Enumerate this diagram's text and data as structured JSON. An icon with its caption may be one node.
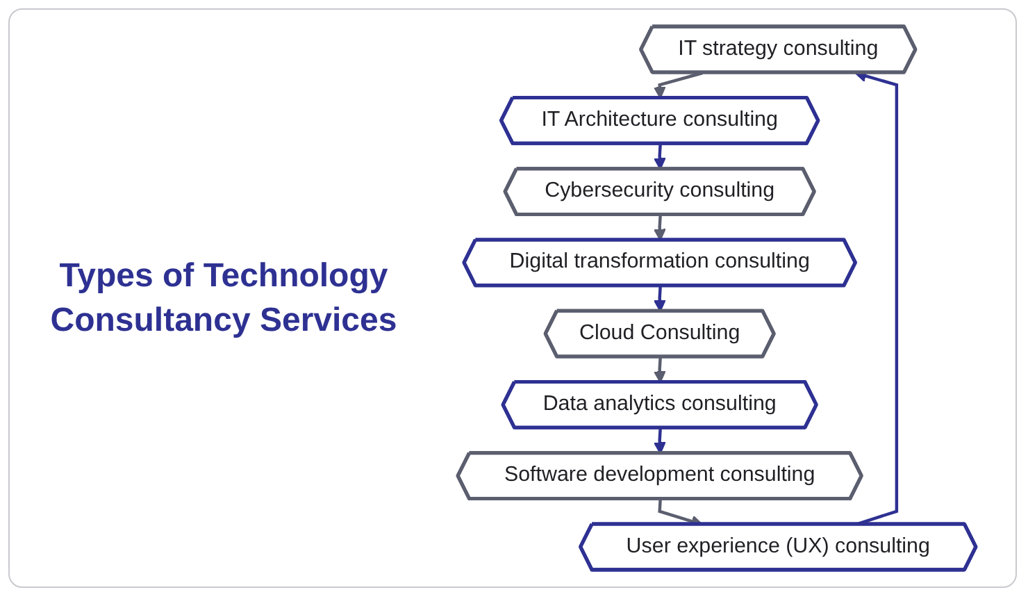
{
  "diagram": {
    "title": "Types of Technology Consultancy Services",
    "nodes": [
      {
        "text": [
          "IT strategy consulting"
        ]
      },
      {
        "text": [
          "IT Architecture consulting"
        ]
      },
      {
        "text": [
          "Cybersecurity consulting"
        ]
      },
      {
        "text": [
          "Digital transformation consulting"
        ]
      },
      {
        "text": [
          "Cloud Consulting"
        ]
      },
      {
        "text": [
          "Data analytics consulting"
        ]
      },
      {
        "text": [
          "Software development consulting"
        ]
      },
      {
        "text": [
          "User experience (UX) consulting"
        ]
      }
    ],
    "edges": [
      {
        "from": 0,
        "to": 1,
        "arrow": "to",
        "color": "#5b5e6e"
      },
      {
        "from": 1,
        "to": 2,
        "arrow": "to",
        "color": "#2e3192"
      },
      {
        "from": 2,
        "to": 3,
        "arrow": "to",
        "color": "#5b5e6e"
      },
      {
        "from": 3,
        "to": 4,
        "arrow": "to",
        "color": "#2e3192"
      },
      {
        "from": 4,
        "to": 5,
        "arrow": "to",
        "color": "#5b5e6e"
      },
      {
        "from": 5,
        "to": 6,
        "arrow": "to",
        "color": "#2e3192"
      },
      {
        "from": 6,
        "to": 7,
        "arrow": "to",
        "color": "#5b5e6e"
      },
      {
        "from": 7,
        "to": 0,
        "arrow": "to",
        "color": "#2e3192"
      }
    ]
  }
}
